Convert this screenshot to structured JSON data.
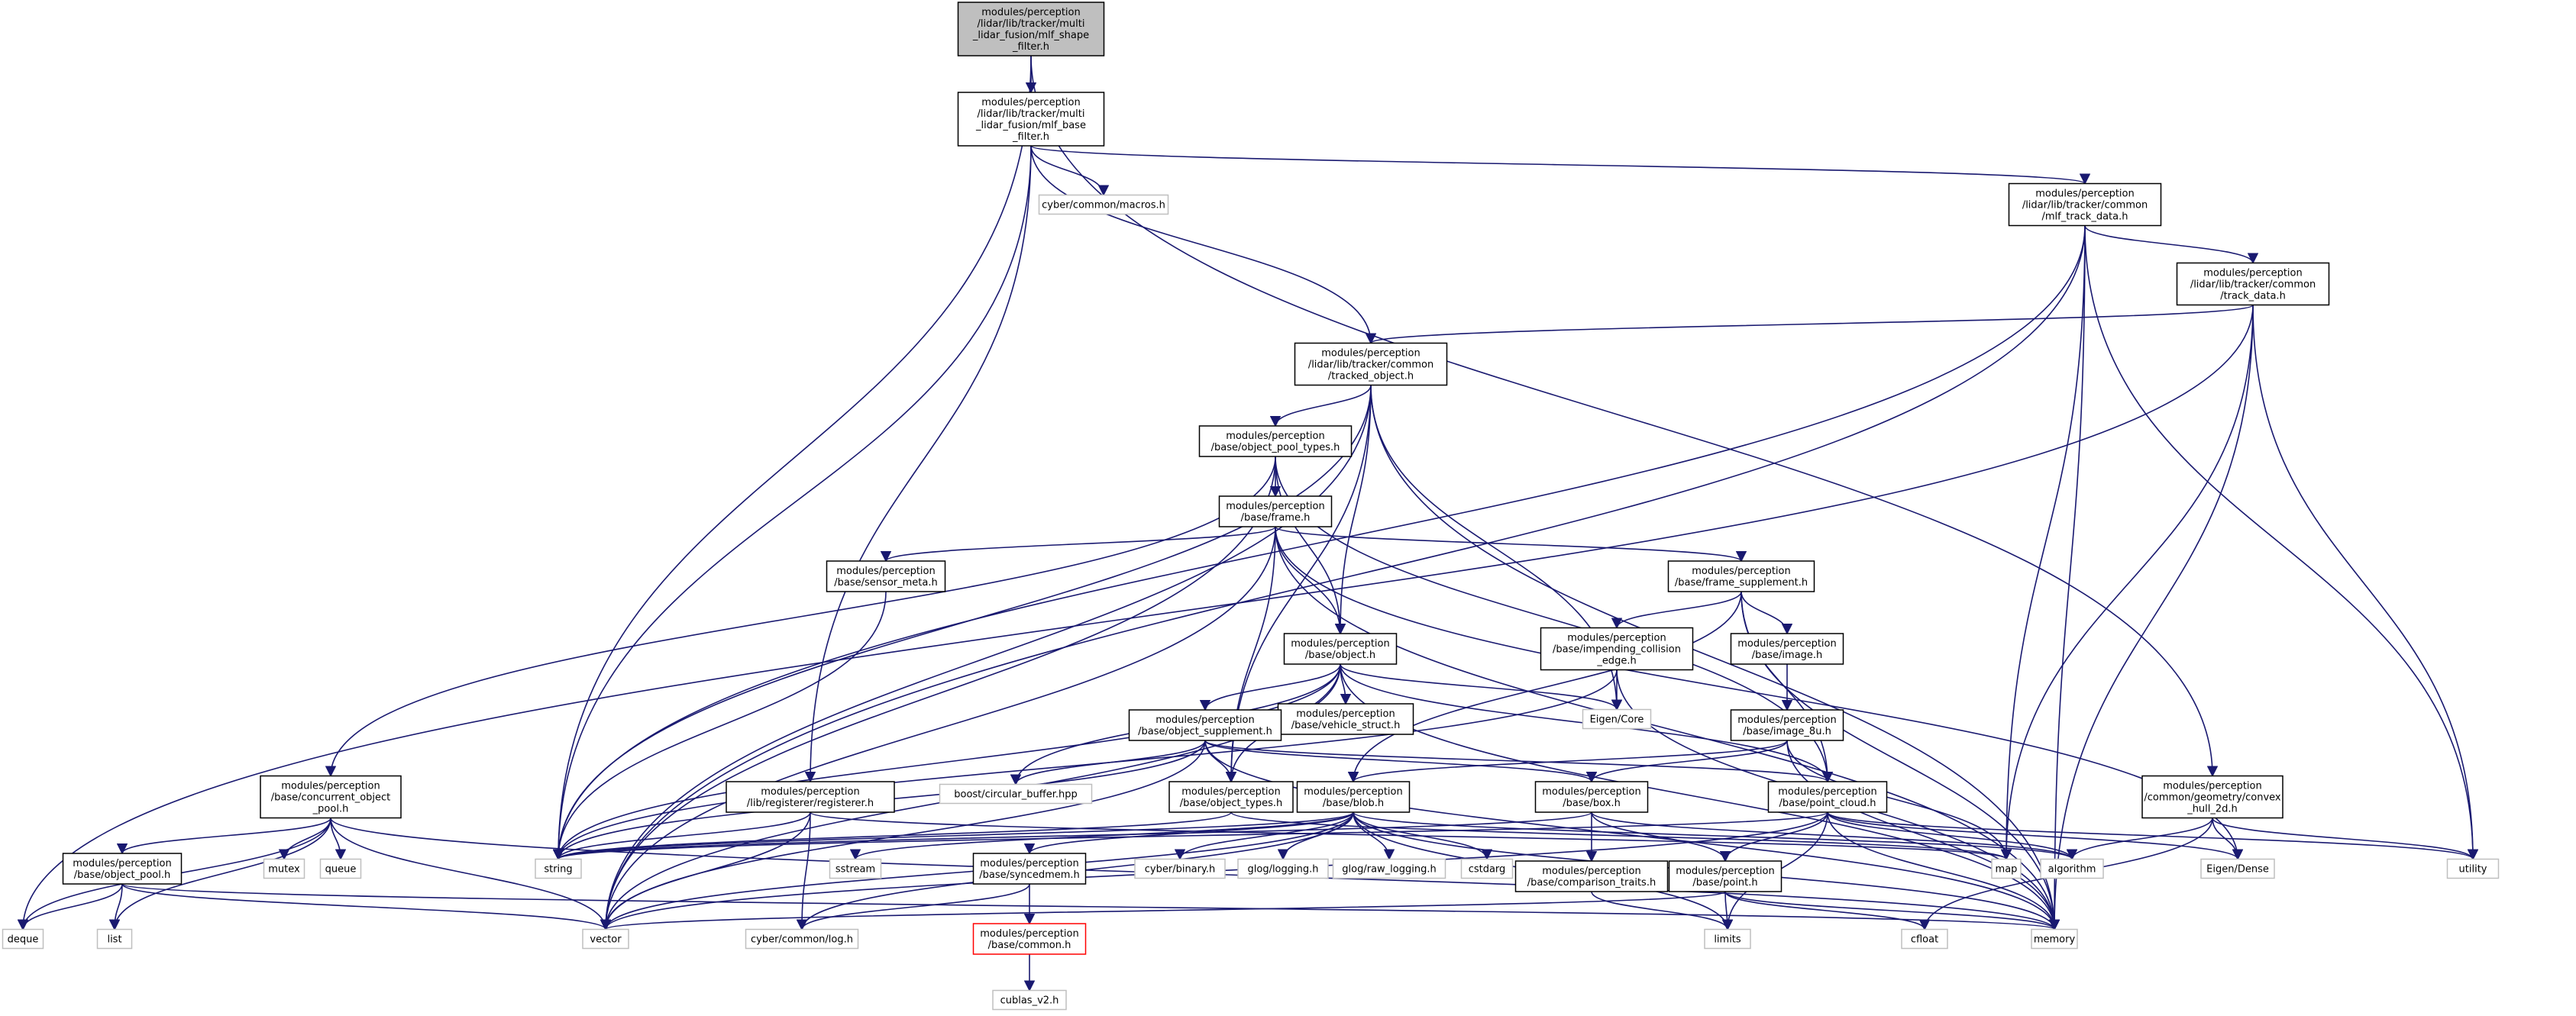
{
  "graph": {
    "nodes": [
      {
        "id": "root",
        "lines": [
          "modules/perception",
          "/lidar/lib/tracker/multi",
          "_lidar_fusion/mlf_shape",
          "_filter.h"
        ],
        "kind": "root"
      },
      {
        "id": "mlf_base_filter",
        "lines": [
          "modules/perception",
          "/lidar/lib/tracker/multi",
          "_lidar_fusion/mlf_base",
          "_filter.h"
        ],
        "kind": "normal"
      },
      {
        "id": "macros",
        "lines": [
          "cyber/common/macros.h"
        ],
        "kind": "external"
      },
      {
        "id": "mlf_track_data",
        "lines": [
          "modules/perception",
          "/lidar/lib/tracker/common",
          "/mlf_track_data.h"
        ],
        "kind": "normal"
      },
      {
        "id": "track_data",
        "lines": [
          "modules/perception",
          "/lidar/lib/tracker/common",
          "/track_data.h"
        ],
        "kind": "normal"
      },
      {
        "id": "tracked_object",
        "lines": [
          "modules/perception",
          "/lidar/lib/tracker/common",
          "/tracked_object.h"
        ],
        "kind": "normal"
      },
      {
        "id": "object_pool_types",
        "lines": [
          "modules/perception",
          "/base/object_pool_types.h"
        ],
        "kind": "normal"
      },
      {
        "id": "frame",
        "lines": [
          "modules/perception",
          "/base/frame.h"
        ],
        "kind": "normal"
      },
      {
        "id": "sensor_meta",
        "lines": [
          "modules/perception",
          "/base/sensor_meta.h"
        ],
        "kind": "normal"
      },
      {
        "id": "frame_supplement",
        "lines": [
          "modules/perception",
          "/base/frame_supplement.h"
        ],
        "kind": "normal"
      },
      {
        "id": "object",
        "lines": [
          "modules/perception",
          "/base/object.h"
        ],
        "kind": "normal"
      },
      {
        "id": "impending",
        "lines": [
          "modules/perception",
          "/base/impending_collision",
          "_edge.h"
        ],
        "kind": "normal"
      },
      {
        "id": "image",
        "lines": [
          "modules/perception",
          "/base/image.h"
        ],
        "kind": "normal"
      },
      {
        "id": "vehicle_struct",
        "lines": [
          "modules/perception",
          "/base/vehicle_struct.h"
        ],
        "kind": "normal"
      },
      {
        "id": "eigen_core",
        "lines": [
          "Eigen/Core"
        ],
        "kind": "external"
      },
      {
        "id": "image_8u",
        "lines": [
          "modules/perception",
          "/base/image_8u.h"
        ],
        "kind": "normal"
      },
      {
        "id": "object_supplement",
        "lines": [
          "modules/perception",
          "/base/object_supplement.h"
        ],
        "kind": "normal"
      },
      {
        "id": "circular_buffer",
        "lines": [
          "boost/circular_buffer.hpp"
        ],
        "kind": "external"
      },
      {
        "id": "concurrent_pool",
        "lines": [
          "modules/perception",
          "/base/concurrent_object",
          "_pool.h"
        ],
        "kind": "normal"
      },
      {
        "id": "registerer",
        "lines": [
          "modules/perception",
          "/lib/registerer/registerer.h"
        ],
        "kind": "normal"
      },
      {
        "id": "object_types",
        "lines": [
          "modules/perception",
          "/base/object_types.h"
        ],
        "kind": "normal"
      },
      {
        "id": "blob",
        "lines": [
          "modules/perception",
          "/base/blob.h"
        ],
        "kind": "normal"
      },
      {
        "id": "box",
        "lines": [
          "modules/perception",
          "/base/box.h"
        ],
        "kind": "normal"
      },
      {
        "id": "point_cloud",
        "lines": [
          "modules/perception",
          "/base/point_cloud.h"
        ],
        "kind": "normal"
      },
      {
        "id": "convex_hull",
        "lines": [
          "modules/perception",
          "/common/geometry/convex",
          "_hull_2d.h"
        ],
        "kind": "normal"
      },
      {
        "id": "object_pool",
        "lines": [
          "modules/perception",
          "/base/object_pool.h"
        ],
        "kind": "normal"
      },
      {
        "id": "mutex",
        "lines": [
          "mutex"
        ],
        "kind": "external"
      },
      {
        "id": "queue",
        "lines": [
          "queue"
        ],
        "kind": "external"
      },
      {
        "id": "string",
        "lines": [
          "string"
        ],
        "kind": "external"
      },
      {
        "id": "sstream",
        "lines": [
          "sstream"
        ],
        "kind": "external"
      },
      {
        "id": "syncedmem",
        "lines": [
          "modules/perception",
          "/base/syncedmem.h"
        ],
        "kind": "normal"
      },
      {
        "id": "cyber_binary",
        "lines": [
          "cyber/binary.h"
        ],
        "kind": "external"
      },
      {
        "id": "glog_logging",
        "lines": [
          "glog/logging.h"
        ],
        "kind": "external"
      },
      {
        "id": "glog_raw",
        "lines": [
          "glog/raw_logging.h"
        ],
        "kind": "external"
      },
      {
        "id": "cstdarg",
        "lines": [
          "cstdarg"
        ],
        "kind": "external"
      },
      {
        "id": "comparison_traits",
        "lines": [
          "modules/perception",
          "/base/comparison_traits.h"
        ],
        "kind": "normal"
      },
      {
        "id": "point",
        "lines": [
          "modules/perception",
          "/base/point.h"
        ],
        "kind": "normal"
      },
      {
        "id": "map",
        "lines": [
          "map"
        ],
        "kind": "external"
      },
      {
        "id": "algorithm",
        "lines": [
          "algorithm"
        ],
        "kind": "external"
      },
      {
        "id": "eigen_dense",
        "lines": [
          "Eigen/Dense"
        ],
        "kind": "external"
      },
      {
        "id": "utility",
        "lines": [
          "utility"
        ],
        "kind": "external"
      },
      {
        "id": "deque",
        "lines": [
          "deque"
        ],
        "kind": "external"
      },
      {
        "id": "list",
        "lines": [
          "list"
        ],
        "kind": "external"
      },
      {
        "id": "vector",
        "lines": [
          "vector"
        ],
        "kind": "external"
      },
      {
        "id": "cyber_log",
        "lines": [
          "cyber/common/log.h"
        ],
        "kind": "external"
      },
      {
        "id": "common_h",
        "lines": [
          "modules/perception",
          "/base/common.h"
        ],
        "kind": "truncated"
      },
      {
        "id": "limits",
        "lines": [
          "limits"
        ],
        "kind": "external"
      },
      {
        "id": "cfloat",
        "lines": [
          "cfloat"
        ],
        "kind": "external"
      },
      {
        "id": "memory",
        "lines": [
          "memory"
        ],
        "kind": "external"
      },
      {
        "id": "cublas",
        "lines": [
          "cublas_v2.h"
        ],
        "kind": "external"
      }
    ],
    "edges": [
      [
        "root",
        "mlf_base_filter"
      ],
      [
        "root",
        "string"
      ],
      [
        "root",
        "convex_hull"
      ],
      [
        "mlf_base_filter",
        "macros"
      ],
      [
        "mlf_base_filter",
        "mlf_track_data"
      ],
      [
        "mlf_base_filter",
        "tracked_object"
      ],
      [
        "mlf_base_filter",
        "registerer"
      ],
      [
        "mlf_base_filter",
        "string"
      ],
      [
        "mlf_track_data",
        "track_data"
      ],
      [
        "mlf_track_data",
        "map"
      ],
      [
        "mlf_track_data",
        "memory"
      ],
      [
        "mlf_track_data",
        "string"
      ],
      [
        "mlf_track_data",
        "utility"
      ],
      [
        "mlf_track_data",
        "vector"
      ],
      [
        "track_data",
        "tracked_object"
      ],
      [
        "track_data",
        "deque"
      ],
      [
        "track_data",
        "map"
      ],
      [
        "track_data",
        "memory"
      ],
      [
        "track_data",
        "utility"
      ],
      [
        "tracked_object",
        "object_pool_types"
      ],
      [
        "tracked_object",
        "object"
      ],
      [
        "tracked_object",
        "eigen_core"
      ],
      [
        "tracked_object",
        "object_types"
      ],
      [
        "tracked_object",
        "memory"
      ],
      [
        "tracked_object",
        "string"
      ],
      [
        "tracked_object",
        "vector"
      ],
      [
        "object_pool_types",
        "frame"
      ],
      [
        "object_pool_types",
        "object"
      ],
      [
        "object_pool_types",
        "concurrent_pool"
      ],
      [
        "object_pool_types",
        "point_cloud"
      ],
      [
        "object_pool_types",
        "vector"
      ],
      [
        "frame",
        "sensor_meta"
      ],
      [
        "frame",
        "frame_supplement"
      ],
      [
        "frame",
        "object"
      ],
      [
        "frame",
        "object_types"
      ],
      [
        "frame",
        "eigen_dense"
      ],
      [
        "frame",
        "memory"
      ],
      [
        "frame",
        "vector"
      ],
      [
        "sensor_meta",
        "string"
      ],
      [
        "frame_supplement",
        "impending"
      ],
      [
        "frame_supplement",
        "image"
      ],
      [
        "frame_supplement",
        "point_cloud"
      ],
      [
        "frame_supplement",
        "blob"
      ],
      [
        "frame_supplement",
        "memory"
      ],
      [
        "impending",
        "eigen_core"
      ],
      [
        "impending",
        "string"
      ],
      [
        "impending",
        "memory"
      ],
      [
        "image",
        "image_8u"
      ],
      [
        "image_8u",
        "blob"
      ],
      [
        "image_8u",
        "box"
      ],
      [
        "image_8u",
        "map"
      ],
      [
        "image_8u",
        "memory"
      ],
      [
        "object",
        "object_supplement"
      ],
      [
        "object",
        "vehicle_struct"
      ],
      [
        "object",
        "eigen_core"
      ],
      [
        "object",
        "circular_buffer"
      ],
      [
        "object",
        "object_types"
      ],
      [
        "object",
        "point_cloud"
      ],
      [
        "object",
        "string"
      ],
      [
        "object",
        "vector"
      ],
      [
        "object",
        "memory"
      ],
      [
        "object_supplement",
        "circular_buffer"
      ],
      [
        "object_supplement",
        "object_types"
      ],
      [
        "object_supplement",
        "box"
      ],
      [
        "object_supplement",
        "point_cloud"
      ],
      [
        "object_supplement",
        "string"
      ],
      [
        "object_supplement",
        "vector"
      ],
      [
        "object_supplement",
        "memory"
      ],
      [
        "concurrent_pool",
        "object_pool"
      ],
      [
        "concurrent_pool",
        "mutex"
      ],
      [
        "concurrent_pool",
        "queue"
      ],
      [
        "concurrent_pool",
        "deque"
      ],
      [
        "concurrent_pool",
        "list"
      ],
      [
        "concurrent_pool",
        "vector"
      ],
      [
        "concurrent_pool",
        "memory"
      ],
      [
        "object_pool",
        "deque"
      ],
      [
        "object_pool",
        "list"
      ],
      [
        "object_pool",
        "vector"
      ],
      [
        "object_pool",
        "memory"
      ],
      [
        "registerer",
        "cyber_log"
      ],
      [
        "registerer",
        "map"
      ],
      [
        "registerer",
        "string"
      ],
      [
        "registerer",
        "vector"
      ],
      [
        "object_types",
        "map"
      ],
      [
        "object_types",
        "string"
      ],
      [
        "blob",
        "syncedmem"
      ],
      [
        "blob",
        "cyber_binary"
      ],
      [
        "blob",
        "glog_logging"
      ],
      [
        "blob",
        "glog_raw"
      ],
      [
        "blob",
        "cstdarg"
      ],
      [
        "blob",
        "sstream"
      ],
      [
        "blob",
        "string"
      ],
      [
        "blob",
        "vector"
      ],
      [
        "blob",
        "algorithm"
      ],
      [
        "blob",
        "limits"
      ],
      [
        "blob",
        "memory"
      ],
      [
        "blob",
        "cyber_log"
      ],
      [
        "syncedmem",
        "common_h"
      ],
      [
        "syncedmem",
        "cyber_log"
      ],
      [
        "common_h",
        "cublas"
      ],
      [
        "box",
        "comparison_traits"
      ],
      [
        "box",
        "point"
      ],
      [
        "box",
        "algorithm"
      ],
      [
        "box",
        "string"
      ],
      [
        "comparison_traits",
        "limits"
      ],
      [
        "point",
        "cfloat"
      ],
      [
        "point",
        "limits"
      ],
      [
        "point",
        "memory"
      ],
      [
        "point",
        "vector"
      ],
      [
        "point_cloud",
        "point"
      ],
      [
        "point_cloud",
        "eigen_dense"
      ],
      [
        "point_cloud",
        "limits"
      ],
      [
        "point_cloud",
        "memory"
      ],
      [
        "point_cloud",
        "string"
      ],
      [
        "point_cloud",
        "utility"
      ],
      [
        "point_cloud",
        "vector"
      ],
      [
        "point_cloud",
        "algorithm"
      ],
      [
        "convex_hull",
        "algorithm"
      ],
      [
        "convex_hull",
        "eigen_dense"
      ],
      [
        "convex_hull",
        "cfloat"
      ],
      [
        "convex_hull",
        "utility"
      ]
    ]
  },
  "colors": {
    "edge": "#191970",
    "node_border": "#000000",
    "external_border": "#bfbfbf",
    "root_fill": "#bfbfbf",
    "truncated_border": "#ff0000"
  }
}
